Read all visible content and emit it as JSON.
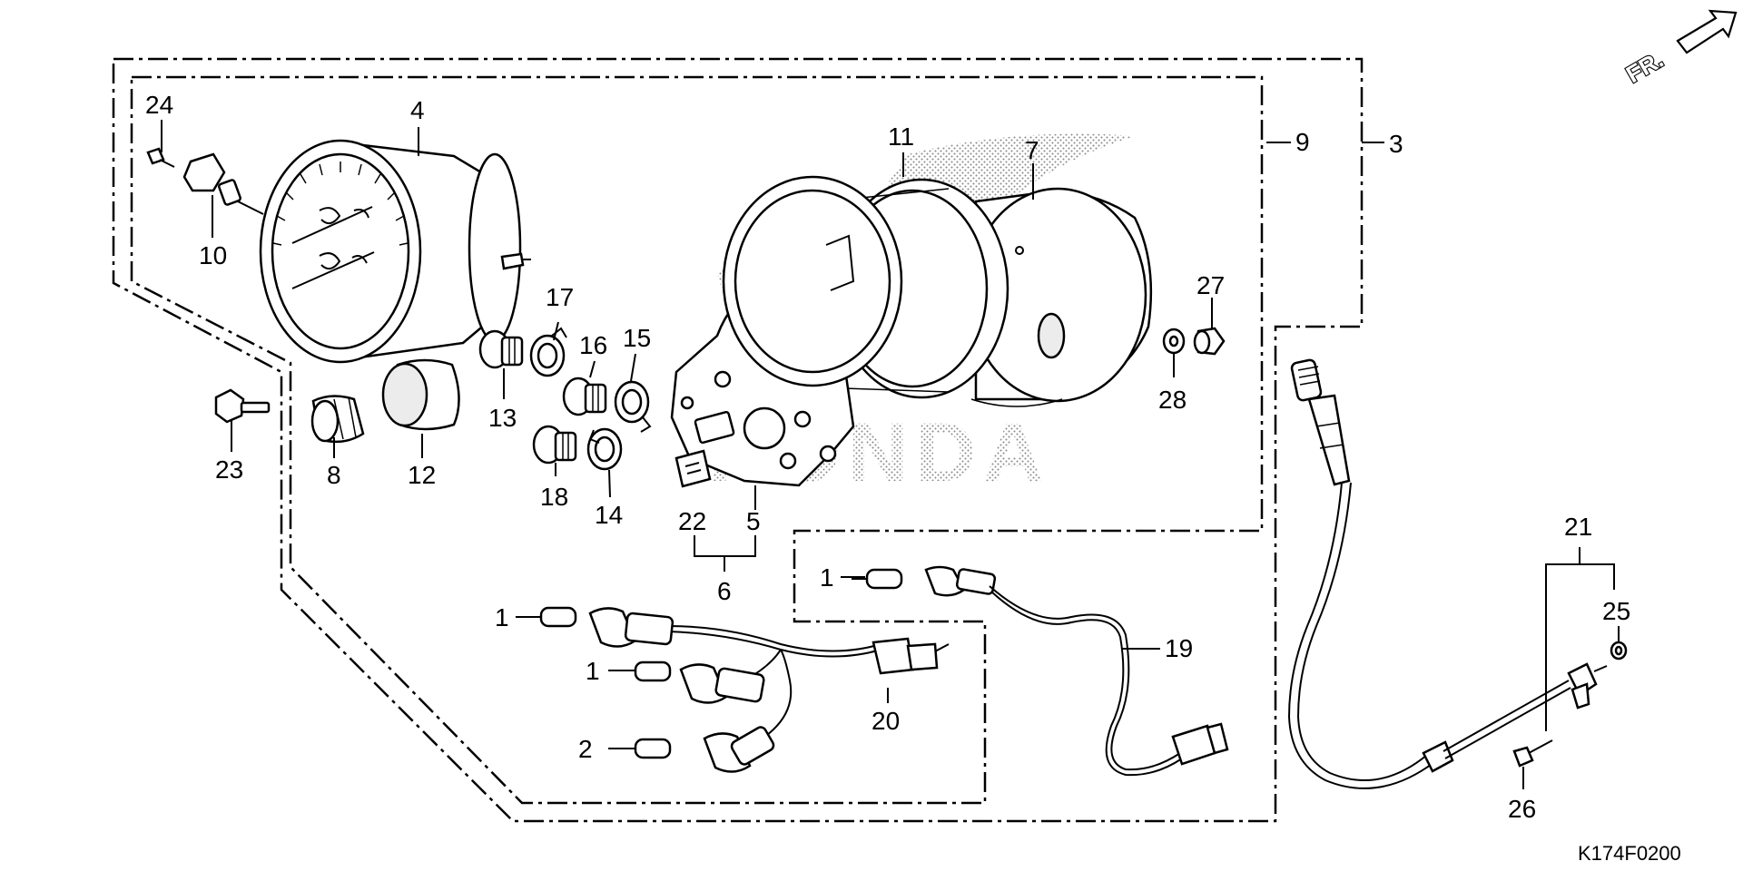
{
  "diagram": {
    "code": "K174F0200",
    "front_marker": "FR.",
    "watermark_brand": "HONDA",
    "callouts": {
      "c1a": "1",
      "c1b": "1",
      "c1c": "1",
      "c2": "2",
      "c3": "3",
      "c4": "4",
      "c5": "5",
      "c6": "6",
      "c7": "7",
      "c8": "8",
      "c9": "9",
      "c10": "10",
      "c11": "11",
      "c12": "12",
      "c13": "13",
      "c14": "14",
      "c15": "15",
      "c16": "16",
      "c17": "17",
      "c18": "18",
      "c19": "19",
      "c20": "20",
      "c21": "21",
      "c22": "22",
      "c23": "23",
      "c24": "24",
      "c25": "25",
      "c26": "26",
      "c27": "27",
      "c28": "28"
    }
  }
}
